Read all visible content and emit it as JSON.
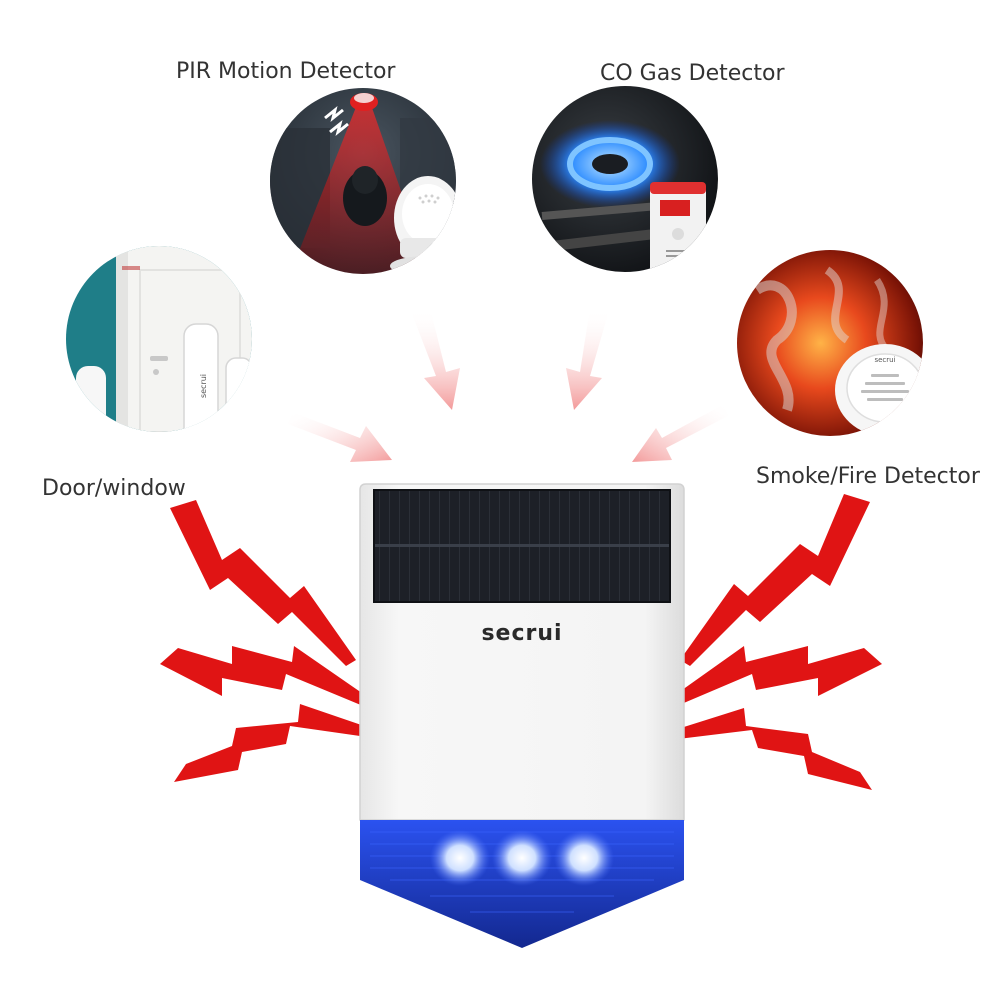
{
  "labels": {
    "pir": "PIR Motion Detector",
    "co": "CO Gas Detector",
    "door": "Door/window",
    "smoke": "Smoke/Fire Detector"
  },
  "siren": {
    "brand": "secrui"
  },
  "sensors": {
    "door_brand": "secrui",
    "smoke_brand": "secrui"
  },
  "colors": {
    "alarm_red": "#e01414",
    "arrow_pink": "#f5a0a0",
    "siren_blue": "#1c3fd8",
    "solar_panel": "#1b1e24",
    "housing": "#f3f3f3"
  }
}
